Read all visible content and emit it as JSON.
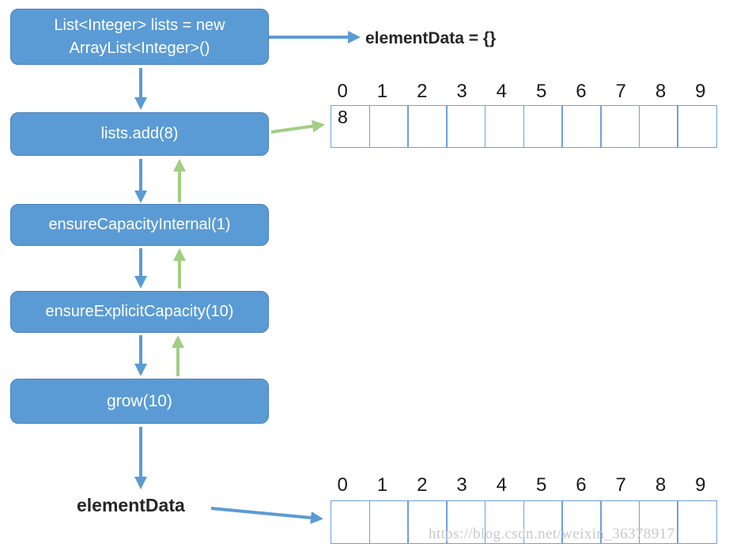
{
  "colors": {
    "box_fill": "#5b9bd5",
    "box_border": "#4a7ebb",
    "box_text": "#ffffff",
    "arrow_blue": "#5b9bd5",
    "arrow_green": "#a1ce81",
    "cell_border": "#6f9fd8",
    "annotation_text": "#262626",
    "watermark_color": "#c8c8c8"
  },
  "flow": {
    "boxes": [
      {
        "id": "declare",
        "label": "List<Integer> lists = new\nArrayList<Integer>()"
      },
      {
        "id": "add",
        "label": "lists.add(8)"
      },
      {
        "id": "eci",
        "label": "ensureCapacityInternal(1)"
      },
      {
        "id": "eec",
        "label": "ensureExplicitCapacity(10)"
      },
      {
        "id": "grow",
        "label": "grow(10)"
      }
    ]
  },
  "labels": {
    "element_data_empty": "elementData = {}",
    "element_data": "elementData"
  },
  "arrays": [
    {
      "name": "array-after-add",
      "indices": [
        "0",
        "1",
        "2",
        "3",
        "4",
        "5",
        "6",
        "7",
        "8",
        "9"
      ],
      "cells": [
        "8",
        "",
        "",
        "",
        "",
        "",
        "",
        "",
        "",
        ""
      ]
    },
    {
      "name": "array-after-grow",
      "indices": [
        "0",
        "1",
        "2",
        "3",
        "4",
        "5",
        "6",
        "7",
        "8",
        "9"
      ],
      "cells": [
        "",
        "",
        "",
        "",
        "",
        "",
        "",
        "",
        "",
        ""
      ]
    }
  ],
  "watermark": "https://blog.csdn.net/weixin_36378917"
}
